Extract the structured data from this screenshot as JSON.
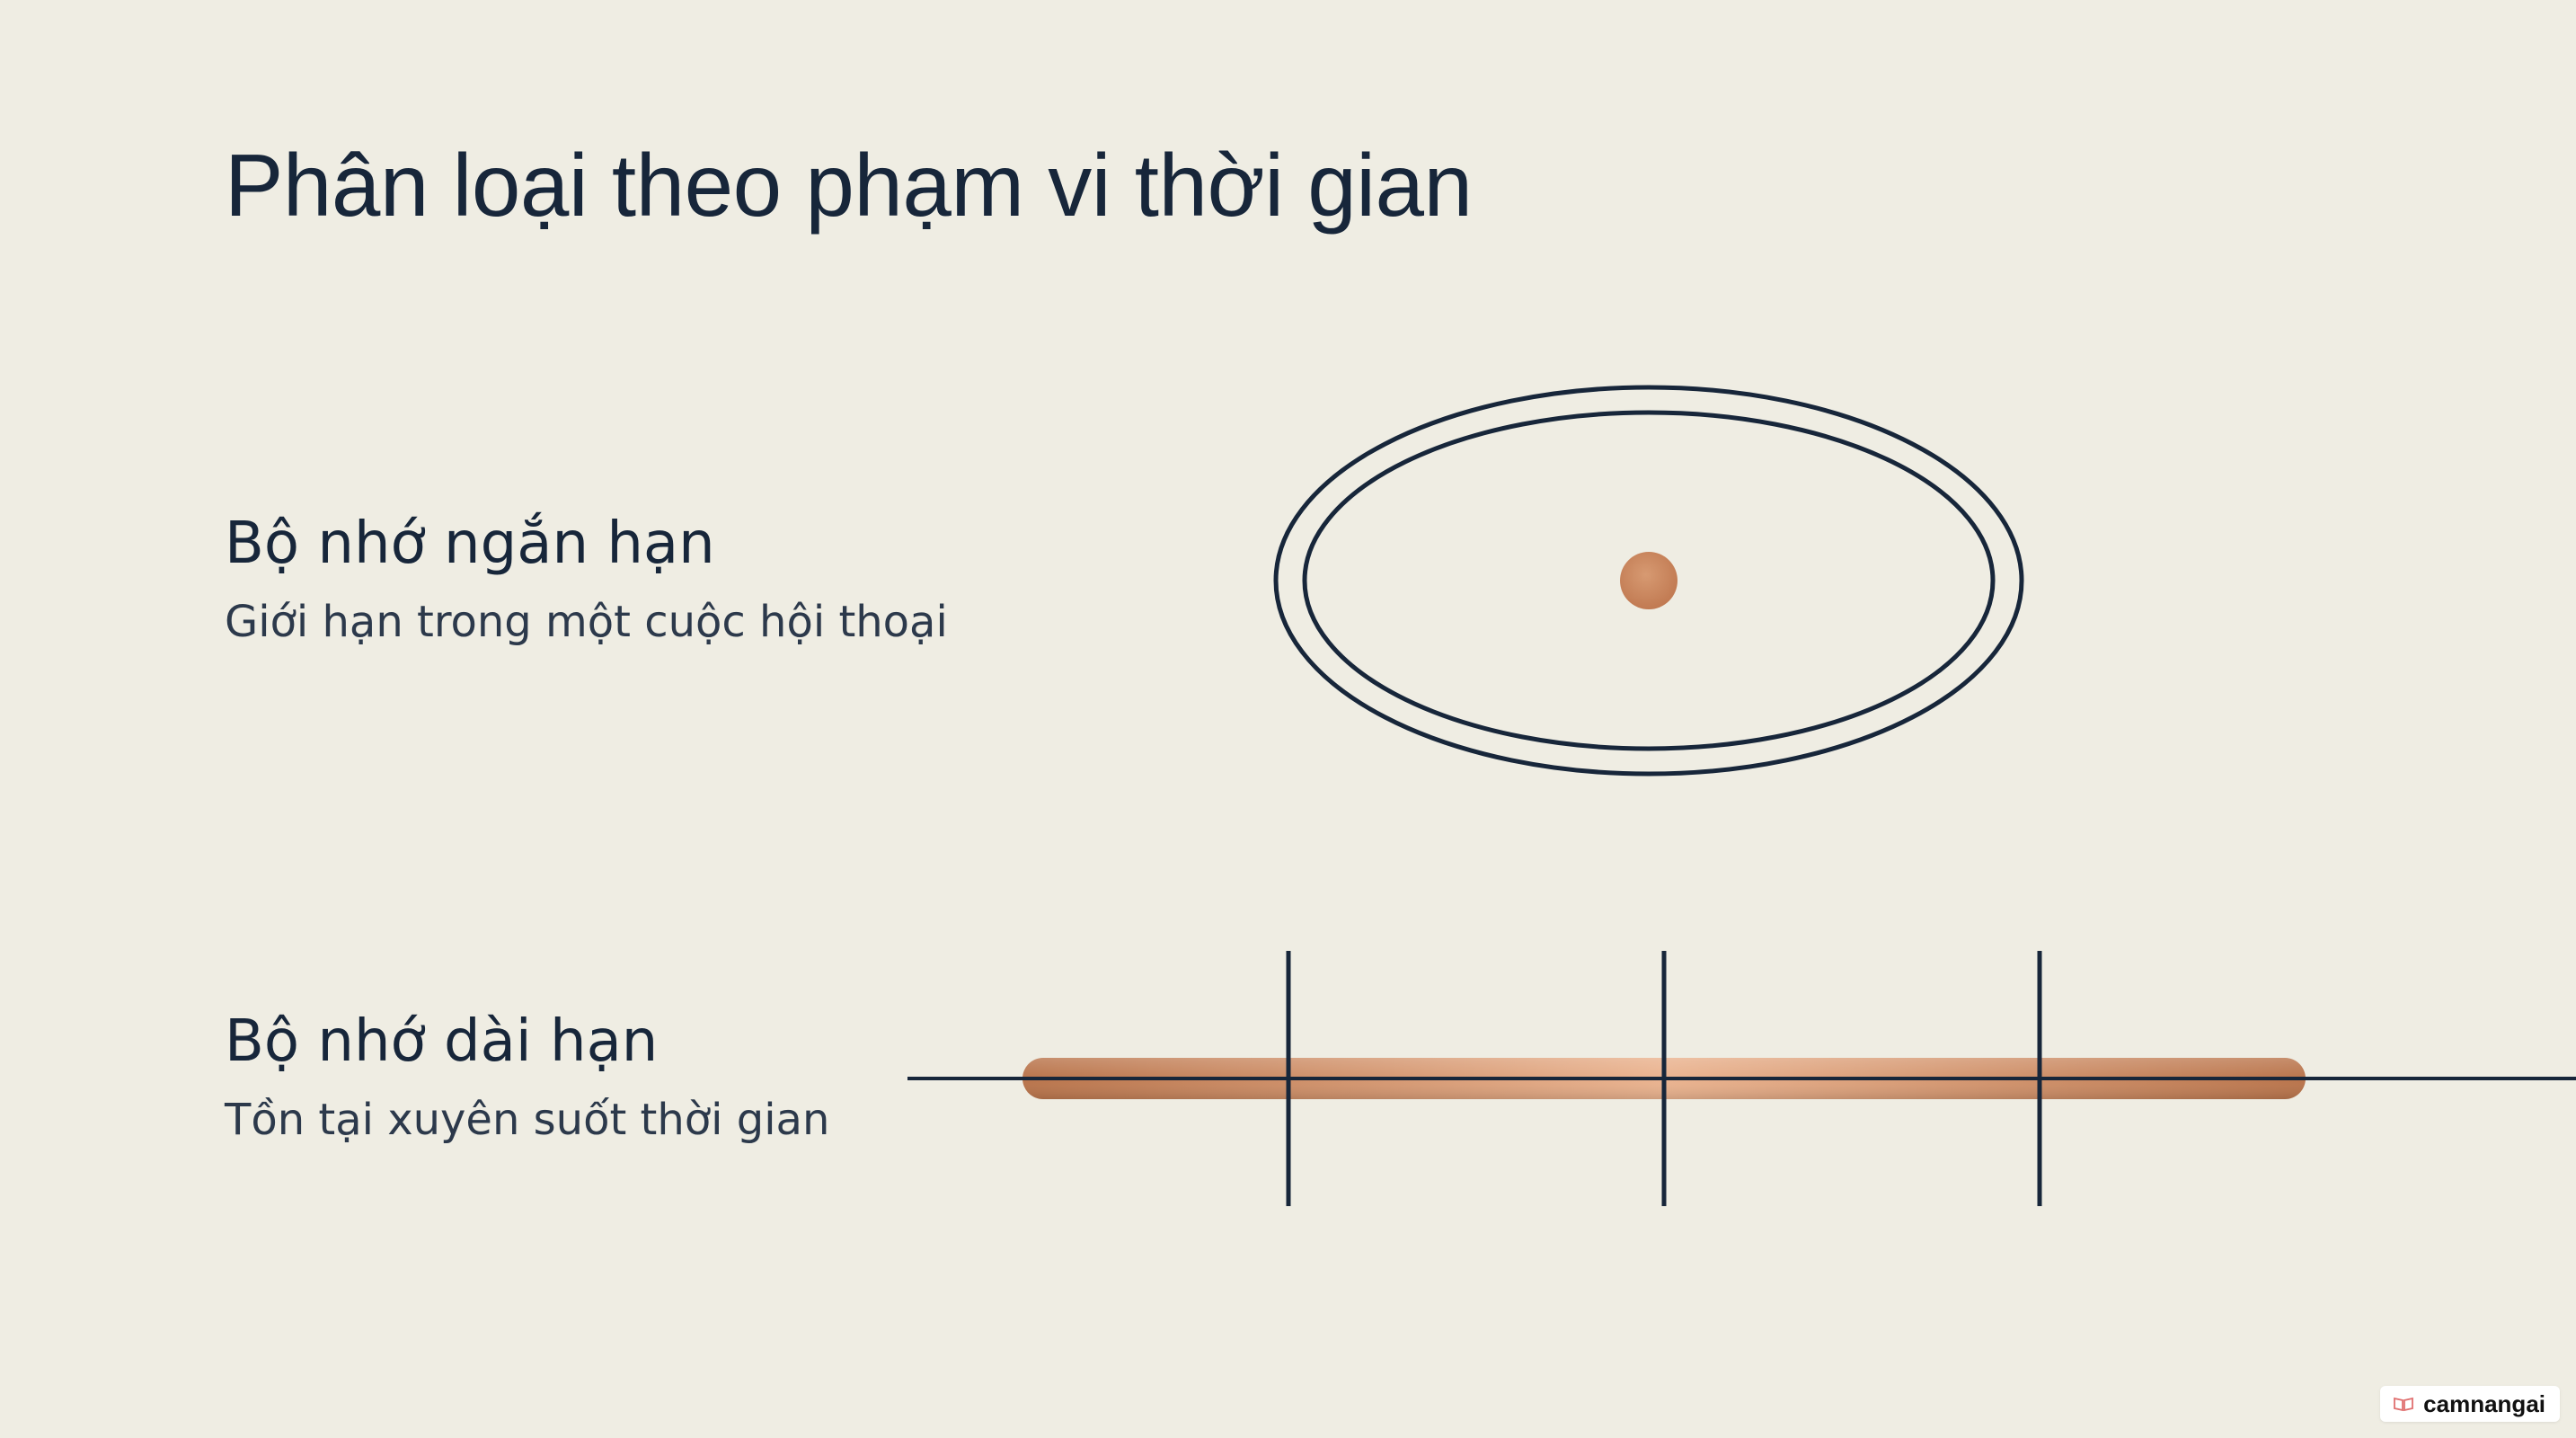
{
  "slide": {
    "title": "Phân loại theo phạm vi thời gian"
  },
  "short_term": {
    "title": "Bộ nhớ ngắn hạn",
    "description": "Giới hạn trong một cuộc hội thoại",
    "icon": "double-ellipse-with-dot"
  },
  "long_term": {
    "title": "Bộ nhớ dài hạn",
    "description": "Tồn tại xuyên suốt thời gian",
    "icon": "timeline-with-highlight-bar",
    "tick_count": 3
  },
  "colors": {
    "background": "#efede3",
    "ink": "#17263a",
    "accent": "#c8845a"
  },
  "watermark": {
    "icon": "book-icon",
    "text": "camnangai"
  }
}
